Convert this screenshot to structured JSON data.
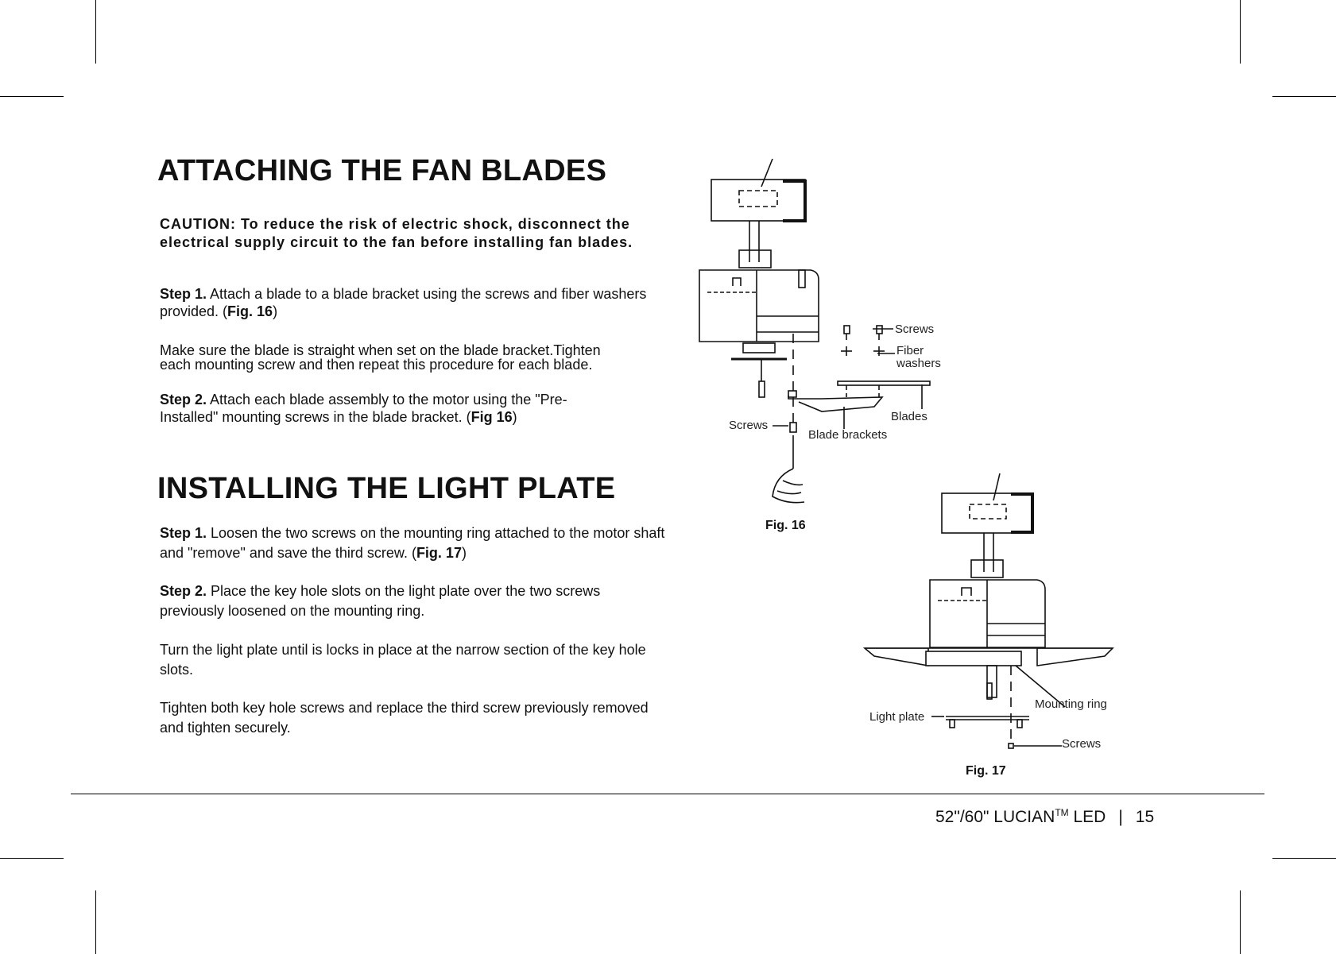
{
  "section1": {
    "title": "ATTACHING THE FAN BLADES",
    "caution": "CAUTION: To reduce the risk of electric shock, disconnect the electrical supply circuit to the fan before installing fan blades.",
    "step1_label": "Step 1.",
    "step1_text": " Attach a blade to a blade bracket using the screws and fiber washers provided.  (",
    "step1_ref": "Fig. 16",
    "step1_close": ")",
    "note_line1": "Make sure the blade is straight when set on the blade bracket.Tighten",
    "note_line2": "each mounting screw and then repeat this procedure for each blade.",
    "step2_label": "Step 2.",
    "step2_text": " Attach each blade assembly to the motor using the \"Pre-Installed\" mounting screws in the blade bracket. (",
    "step2_ref": "Fig 16",
    "step2_close": ")"
  },
  "section2": {
    "title": "INSTALLING THE LIGHT PLATE",
    "step1_label": "Step 1.",
    "step1_text": " Loosen the two screws on the mounting ring attached to the motor shaft and \"remove\" and save the third screw. (",
    "step1_ref": "Fig. 17",
    "step1_close": ")",
    "step2_label": "Step 2.",
    "step2_text": " Place the key hole slots on the light plate over the two screws previously loosened on the mounting ring.",
    "para3": "Turn the light plate until is locks in place at the narrow section of the key hole slots.",
    "para4": "Tighten both key hole screws and replace the third screw previously removed and tighten securely."
  },
  "fig16": {
    "caption": "Fig. 16",
    "label_screws_top": "Screws",
    "label_fiber": "Fiber",
    "label_washers": "washers",
    "label_blades": "Blades",
    "label_screws_left": "Screws",
    "label_blade_brackets": "Blade brackets"
  },
  "fig17": {
    "caption": "Fig. 17",
    "label_mounting_ring": "Mounting ring",
    "label_light_plate": "Light plate",
    "label_screws": "Screws"
  },
  "footer": {
    "model": "52\"/60\" LUCIAN",
    "tm": "TM",
    "suffix": " LED",
    "separator": "|",
    "page": "15"
  }
}
